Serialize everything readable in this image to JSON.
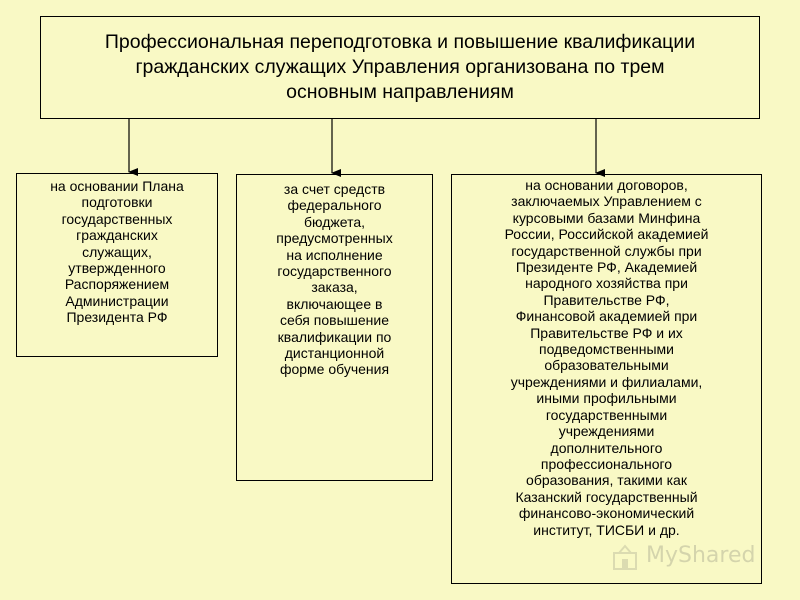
{
  "top": {
    "lines": [
      "Профессиональная переподготовка и повышение квалификации",
      "гражданских служащих Управления организована по трем",
      "основным направлениям"
    ]
  },
  "left": {
    "lines": [
      "на основании Плана",
      "подготовки",
      "государственных",
      "гражданских",
      "служащих,",
      "утвержденного",
      "Распоряжением",
      "Администрации",
      "Президента РФ"
    ]
  },
  "middle": {
    "lines": [
      "за счет средств",
      "федерального",
      "бюджета,",
      "предусмотренных",
      "на исполнение",
      "государственного",
      "заказа,",
      "включающее в",
      "себя повышение",
      "квалификации по",
      "дистанционной",
      "форме обучения"
    ]
  },
  "right": {
    "lines": [
      "на основании договоров,",
      "заключаемых Управлением с",
      "курсовыми базами Минфина",
      "России, Российской академией",
      "государственной службы при",
      "Президенте РФ, Академией",
      "народного хозяйства при",
      "Правительстве РФ,",
      "Финансовой академией при",
      "Правительстве РФ и их",
      "подведомственными",
      "образовательными",
      "учреждениями и филиалами,",
      "иными профильными",
      "государственными",
      "учреждениями",
      "дополнительного",
      "профессионального",
      "образования, такими как",
      "Казанский государственный",
      "финансово-экономический",
      "институт, ТИСБИ и др."
    ]
  },
  "watermark": {
    "text": "MyShared"
  }
}
